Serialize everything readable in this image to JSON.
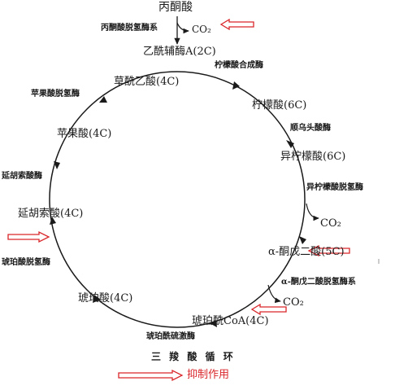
{
  "diagram": {
    "caption": "三 羧 酸 循 环",
    "nodes": {
      "pyruvate": "丙酮酸",
      "acetyl_coa": "乙酰辅酶A(2C)",
      "citrate": "柠檬酸(6C)",
      "isocitrate": "异柠檬酸(6C)",
      "alpha_kg": "α-酮戊二酸(5C)",
      "succinyl_coa": "琥珀酰CoA(4C)",
      "succinate": "琥珀酸(4C)",
      "fumarate": "延胡索酸(4C)",
      "malate": "苹果酸(4C)",
      "oxaloacetate": "草酰乙酸(4C)"
    },
    "enzymes": {
      "pdh": "丙酮酸脱氢酶系",
      "citrate_synthase": "柠檬酸合成酶",
      "aconitase": "顺乌头酸酶",
      "idh": "异柠檬酸脱氢酶",
      "akgdh": "α-酮戊二酸脱氢酶系",
      "scs": "琥珀酰硫激酶",
      "sdh": "琥珀酸脱氢酶",
      "fumarase": "延胡索酸酶",
      "mdh": "苹果酸脱氢酶"
    },
    "co2_1": "CO₂",
    "co2_2": "CO₂",
    "co2_3": "CO₂"
  },
  "legend": {
    "label": "抑制作用",
    "color": "#d9262a"
  }
}
